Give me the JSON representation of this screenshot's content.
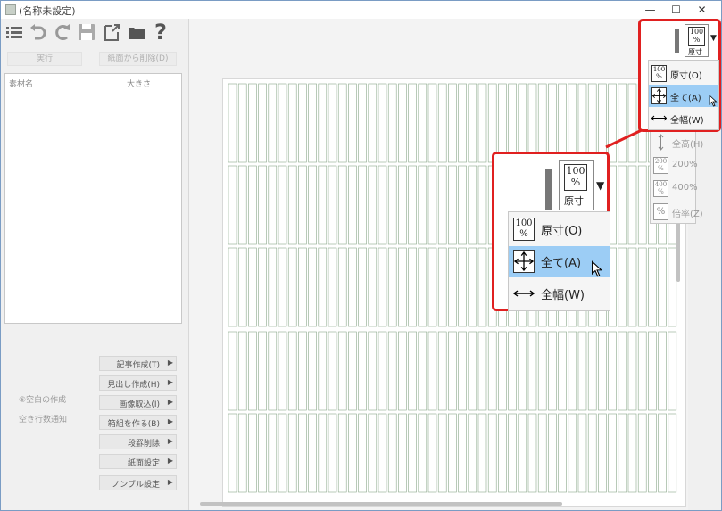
{
  "window": {
    "title": "(名称未設定)",
    "minimize_icon": "minimize-icon",
    "maximize_icon": "maximize-icon",
    "close_icon": "close-icon",
    "minimize_glyph": "—",
    "maximize_glyph": "☐",
    "close_glyph": "✕"
  },
  "toolbar": {
    "icons": [
      "list-icon",
      "undo-icon",
      "redo-icon",
      "save-icon",
      "export-icon",
      "folder-icon",
      "help-icon"
    ],
    "help_glyph": "?"
  },
  "left_panel": {
    "execute_label": "実行",
    "delete_from_paper_label": "紙面から削除(D)",
    "material_list": {
      "col_name": "素材名",
      "col_size": "大きさ"
    },
    "side_labels": [
      "⑥空白の作成",
      "空き行数通知"
    ],
    "menu_buttons": [
      {
        "label": "記事作成(T)"
      },
      {
        "label": "見出し作成(H)"
      },
      {
        "label": "画像取込(I)"
      },
      {
        "label": "箱組を作る(B)"
      },
      {
        "label": "段罫削除"
      },
      {
        "label": "紙面設定"
      },
      {
        "label": "ノンブル設定"
      }
    ],
    "menu_arrow": "▶"
  },
  "zoom_menu": {
    "button_glyph_top": "100",
    "button_glyph_bottom": "%",
    "button_caption": "原寸",
    "button_caption_small": "原寸",
    "caret": "▼",
    "items": [
      {
        "label": "原寸(O)",
        "icon": "actual-size-icon",
        "glyph_top": "100",
        "glyph_bottom": "%",
        "state": "normal"
      },
      {
        "label": "全て(A)",
        "icon": "fit-all-icon",
        "state": "selected"
      },
      {
        "label": "全幅(W)",
        "icon": "fit-width-icon",
        "state": "normal"
      }
    ],
    "more_items": [
      {
        "label": "全高(H)",
        "icon": "fit-height-icon",
        "state": "disabled"
      },
      {
        "label": "200%",
        "icon": "zoom-200-icon",
        "glyph_top": "200",
        "glyph_bottom": "%",
        "state": "disabled"
      },
      {
        "label": "400%",
        "icon": "zoom-400-icon",
        "glyph_top": "400",
        "glyph_bottom": "%",
        "state": "disabled"
      },
      {
        "label": "倍率(Z)",
        "icon": "zoom-ratio-icon",
        "glyph_top": "%",
        "state": "disabled"
      }
    ]
  },
  "colors": {
    "highlight": "#e02020",
    "selected": "#9ccdf5",
    "grid": "#8aa88a"
  }
}
